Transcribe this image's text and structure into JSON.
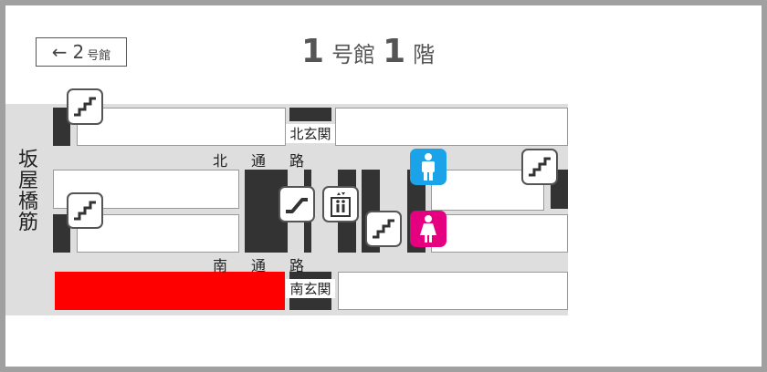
{
  "header": {
    "back_arrow": "←",
    "back_building_number": "2",
    "back_building_suffix": "号館",
    "title_building_number": "1",
    "title_building_suffix": "号館",
    "title_floor_number": "1",
    "title_floor_suffix": "階"
  },
  "map": {
    "street_label": [
      "坂",
      "屋",
      "橋",
      "筋"
    ],
    "north_passage": [
      "北",
      "通",
      "路"
    ],
    "south_passage": [
      "南",
      "通",
      "路"
    ],
    "north_entrance": "北玄関",
    "south_entrance": "南玄関"
  },
  "colors": {
    "highlight": "#ff0000",
    "mens_restroom": "#1aa3e8",
    "womens_restroom": "#e4007f",
    "corridor": "#dedede",
    "column": "#333333"
  },
  "icons": {
    "stairs": "stairs-icon",
    "escalator": "escalator-icon",
    "elevator": "elevator-icon",
    "mens_restroom": "mens-restroom-icon",
    "womens_restroom": "womens-restroom-icon"
  }
}
